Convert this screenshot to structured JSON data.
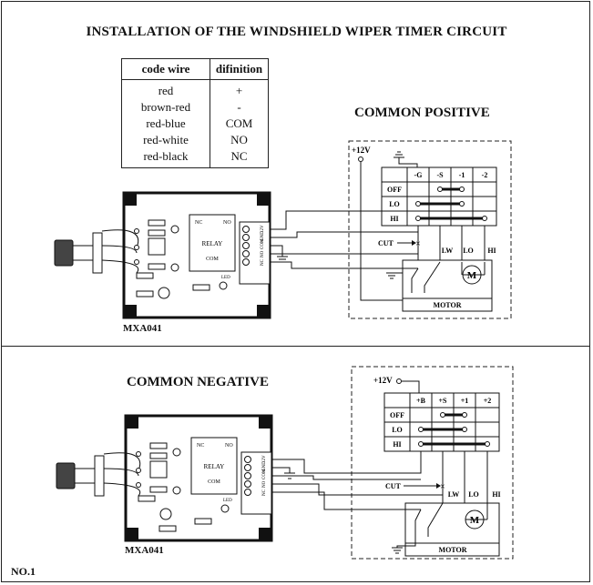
{
  "title": "INSTALLATION OF THE WINDSHIELD WIPER TIMER CIRCUIT",
  "code_table": {
    "headers": [
      "code wire",
      "difinition"
    ],
    "rows": [
      [
        "red",
        "+"
      ],
      [
        "brown-red",
        "-"
      ],
      [
        "red-blue",
        "COM"
      ],
      [
        "red-white",
        "NO"
      ],
      [
        "red-black",
        "NC"
      ]
    ]
  },
  "sections": {
    "positive": {
      "heading": "COMMON POSITIVE",
      "supply": "+12V",
      "switch_cols": [
        "-G",
        "-S",
        "-1",
        "-2"
      ],
      "switch_rows": [
        "OFF",
        "LO",
        "HI"
      ],
      "cut": "CUT",
      "wires": [
        "LW",
        "LO",
        "HI"
      ],
      "motor": "MOTOR",
      "motor_symbol": "M",
      "module": "MXA041"
    },
    "negative": {
      "heading": "COMMON NEGATIVE",
      "supply": "+12V",
      "switch_cols": [
        "+B",
        "+S",
        "+1",
        "+2"
      ],
      "switch_rows": [
        "OFF",
        "LO",
        "HI"
      ],
      "cut": "CUT",
      "wires": [
        "LW",
        "LO",
        "HI"
      ],
      "motor": "MOTOR",
      "motor_symbol": "M",
      "module": "MXA041"
    }
  },
  "board": {
    "relay": "RELAY",
    "nc": "NC",
    "no": "NO",
    "com": "COM",
    "led": "LED",
    "terminals": [
      "12V",
      "GND",
      "COM",
      "NO",
      "NC"
    ]
  },
  "page_number": "NO.1"
}
